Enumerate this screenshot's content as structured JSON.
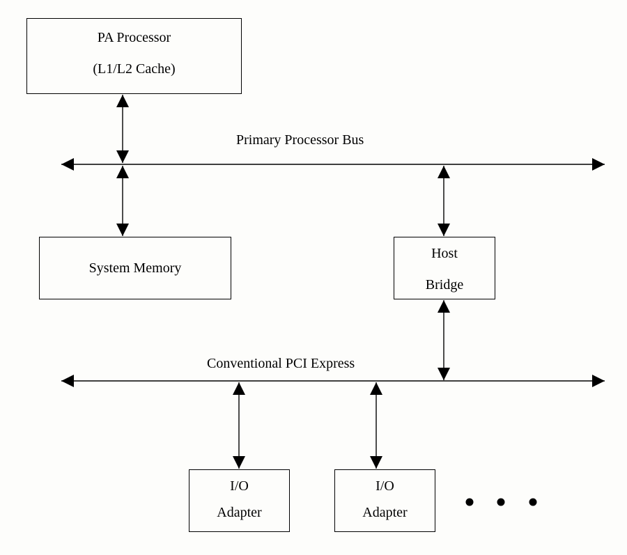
{
  "boxes": {
    "processor": {
      "line1": "PA Processor",
      "line2": "(L1/L2 Cache)"
    },
    "memory": {
      "line1": "System Memory"
    },
    "host_bridge": {
      "line1": "Host",
      "line2": "Bridge"
    },
    "io_adapter_1": {
      "line1": "I/O",
      "line2": "Adapter"
    },
    "io_adapter_2": {
      "line1": "I/O",
      "line2": "Adapter"
    }
  },
  "buses": {
    "primary": "Primary Processor Bus",
    "pci": "Conventional PCI Express"
  },
  "ellipsis_icon": "three-dots"
}
